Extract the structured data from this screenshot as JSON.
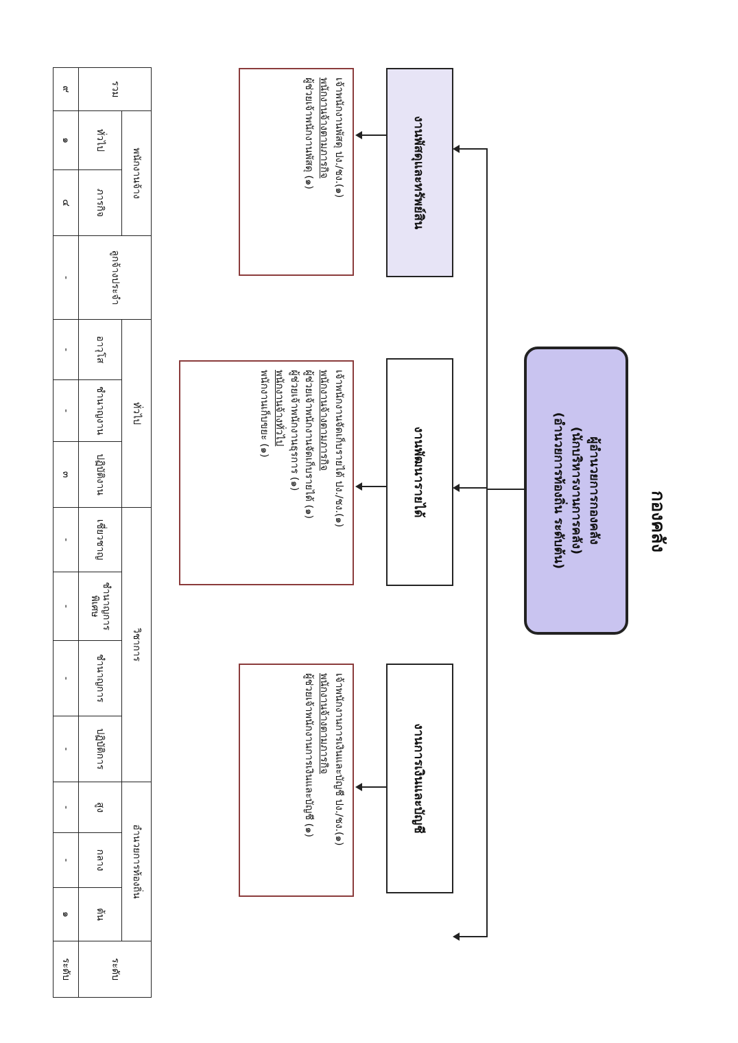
{
  "page_title": "กองคลัง",
  "head": {
    "line1": "ผู้อำนวยการกองคลัง",
    "line2": "(นักบริหารงานการคลัง)",
    "line3": "(อำนวยการท้องถิ่น ระดับต้น)"
  },
  "units": [
    {
      "name": "งานการเงินและบัญชี",
      "staff": [
        "เจ้าพนักงานการเงินและบัญชี ปง./ชง.(๑)",
        "พนักงานจ้างตามภารกิจ",
        "ผู้ช่วยเจ้าพนักงานการเงินและบัญชี (๑)"
      ]
    },
    {
      "name": "งานพัฒนารายได้",
      "staff": [
        "เจ้าพนักงานจัดเก็บรายได้ ปง./ชง.(๑)",
        "พนักงานจ้างตามภารกิจ",
        "ผู้ช่วยเจ้าพนักงานจัดเก็บรายได้ (๑)",
        "ผู้ช่วยเจ้าพนักงานธุรการ (๑)",
        "พนักงานจ้างทั่วไป",
        "พนักงานเก็บขยะ (๑)"
      ]
    },
    {
      "name": "งานพัสดุและทรัพย์สิน",
      "staff": [
        "เจ้าพนักงานพัสดุ ปง./ชง.(๑)",
        "พนักงานจ้างตามภารกิจ",
        "ผู้ช่วยเจ้าพนักงานพัสดุ (๑)"
      ]
    }
  ],
  "table": {
    "row_level_label": "ระดับ",
    "groups": [
      "อำนวยการท้องถิ่น",
      "วิชาการ",
      "ทั่วไป",
      "ลูกจ้างประจำ",
      "พนักงานจ้าง",
      "รวม"
    ],
    "levels": [
      "ต้น",
      "กลาง",
      "สูง",
      "ปฏิบัติการ",
      "ชำนาญการ",
      "ชำนาญการพิเศษ",
      "เชี่ยวชาญ",
      "ปฏิบัติงาน",
      "ชำนาญงาน",
      "อาวุโส",
      "ภารกิจ",
      "ทั่วไป"
    ],
    "values_label": "ระดับ",
    "values": [
      "๑",
      "-",
      "-",
      "-",
      "-",
      "-",
      "-",
      "๓",
      "-",
      "-",
      "-",
      "๔",
      "๑",
      "๙"
    ]
  }
}
